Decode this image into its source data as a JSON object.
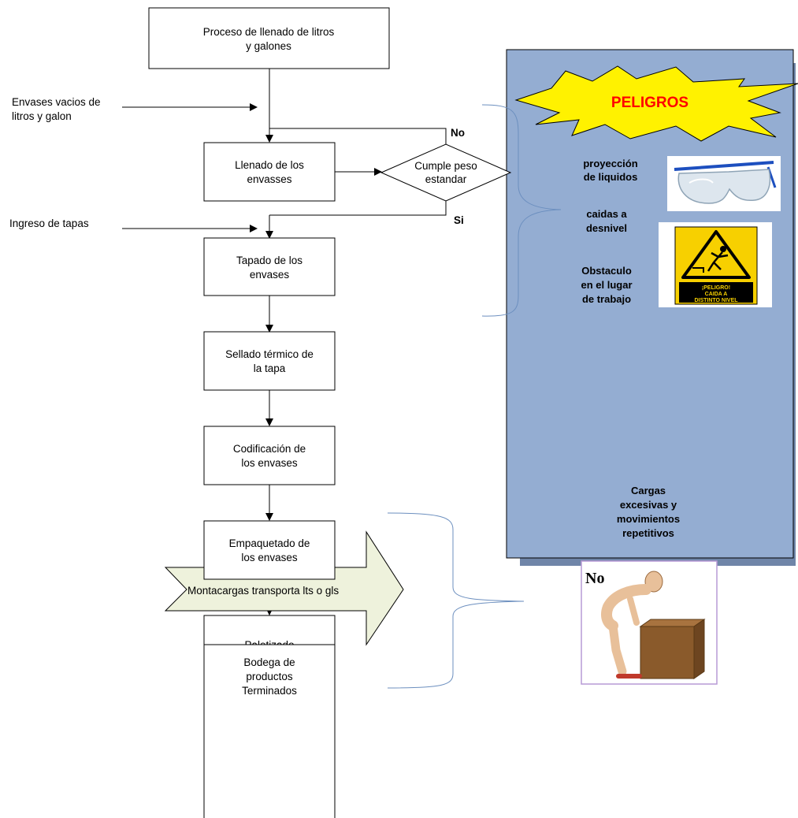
{
  "process": {
    "start": "Proceso de llenado de litros y galones",
    "filling": "Llenado de los envasses",
    "decision_line1": "Cumple peso",
    "decision_line2": "estandar",
    "capping": "Tapado de los envases",
    "sealing": "Sellado térmico de la tapa",
    "coding": "Codificación de los envases",
    "packing": "Empaquetado de los envases",
    "palletizing": "Paletizado",
    "transport": "Montacargas transporta lts o gls",
    "warehouse": "Bodega de productos Terminados"
  },
  "inputs": {
    "containers_line1": "Envases vacios de",
    "containers_line2": "litros y galon",
    "caps": "Ingreso de tapas"
  },
  "decision_labels": {
    "no": "No",
    "yes": "Si"
  },
  "hazards": {
    "title": "PELIGROS",
    "liquid_line1": "proyección",
    "liquid_line2": "de liquidos",
    "fall_line1": "caidas a",
    "fall_line2": "desnivel",
    "obstacle_line1": "Obstaculo",
    "obstacle_line2": "en el lugar",
    "obstacle_line3": "de trabajo",
    "loads_line1": "Cargas",
    "loads_line2": "excesivas y",
    "loads_line3": "movimientos",
    "loads_line4": "repetitivos"
  },
  "sign": {
    "line1": "¡PELIGRO!",
    "line2": "CAIDA A",
    "line3": "DISTINTO NIVEL"
  },
  "lifting_label": "No",
  "colors": {
    "panel": "#94add2",
    "burst": "#fff200",
    "burst_text": "#ff0000",
    "arrow_fill": "#eef2dc",
    "sign_yellow": "#f7d000"
  }
}
